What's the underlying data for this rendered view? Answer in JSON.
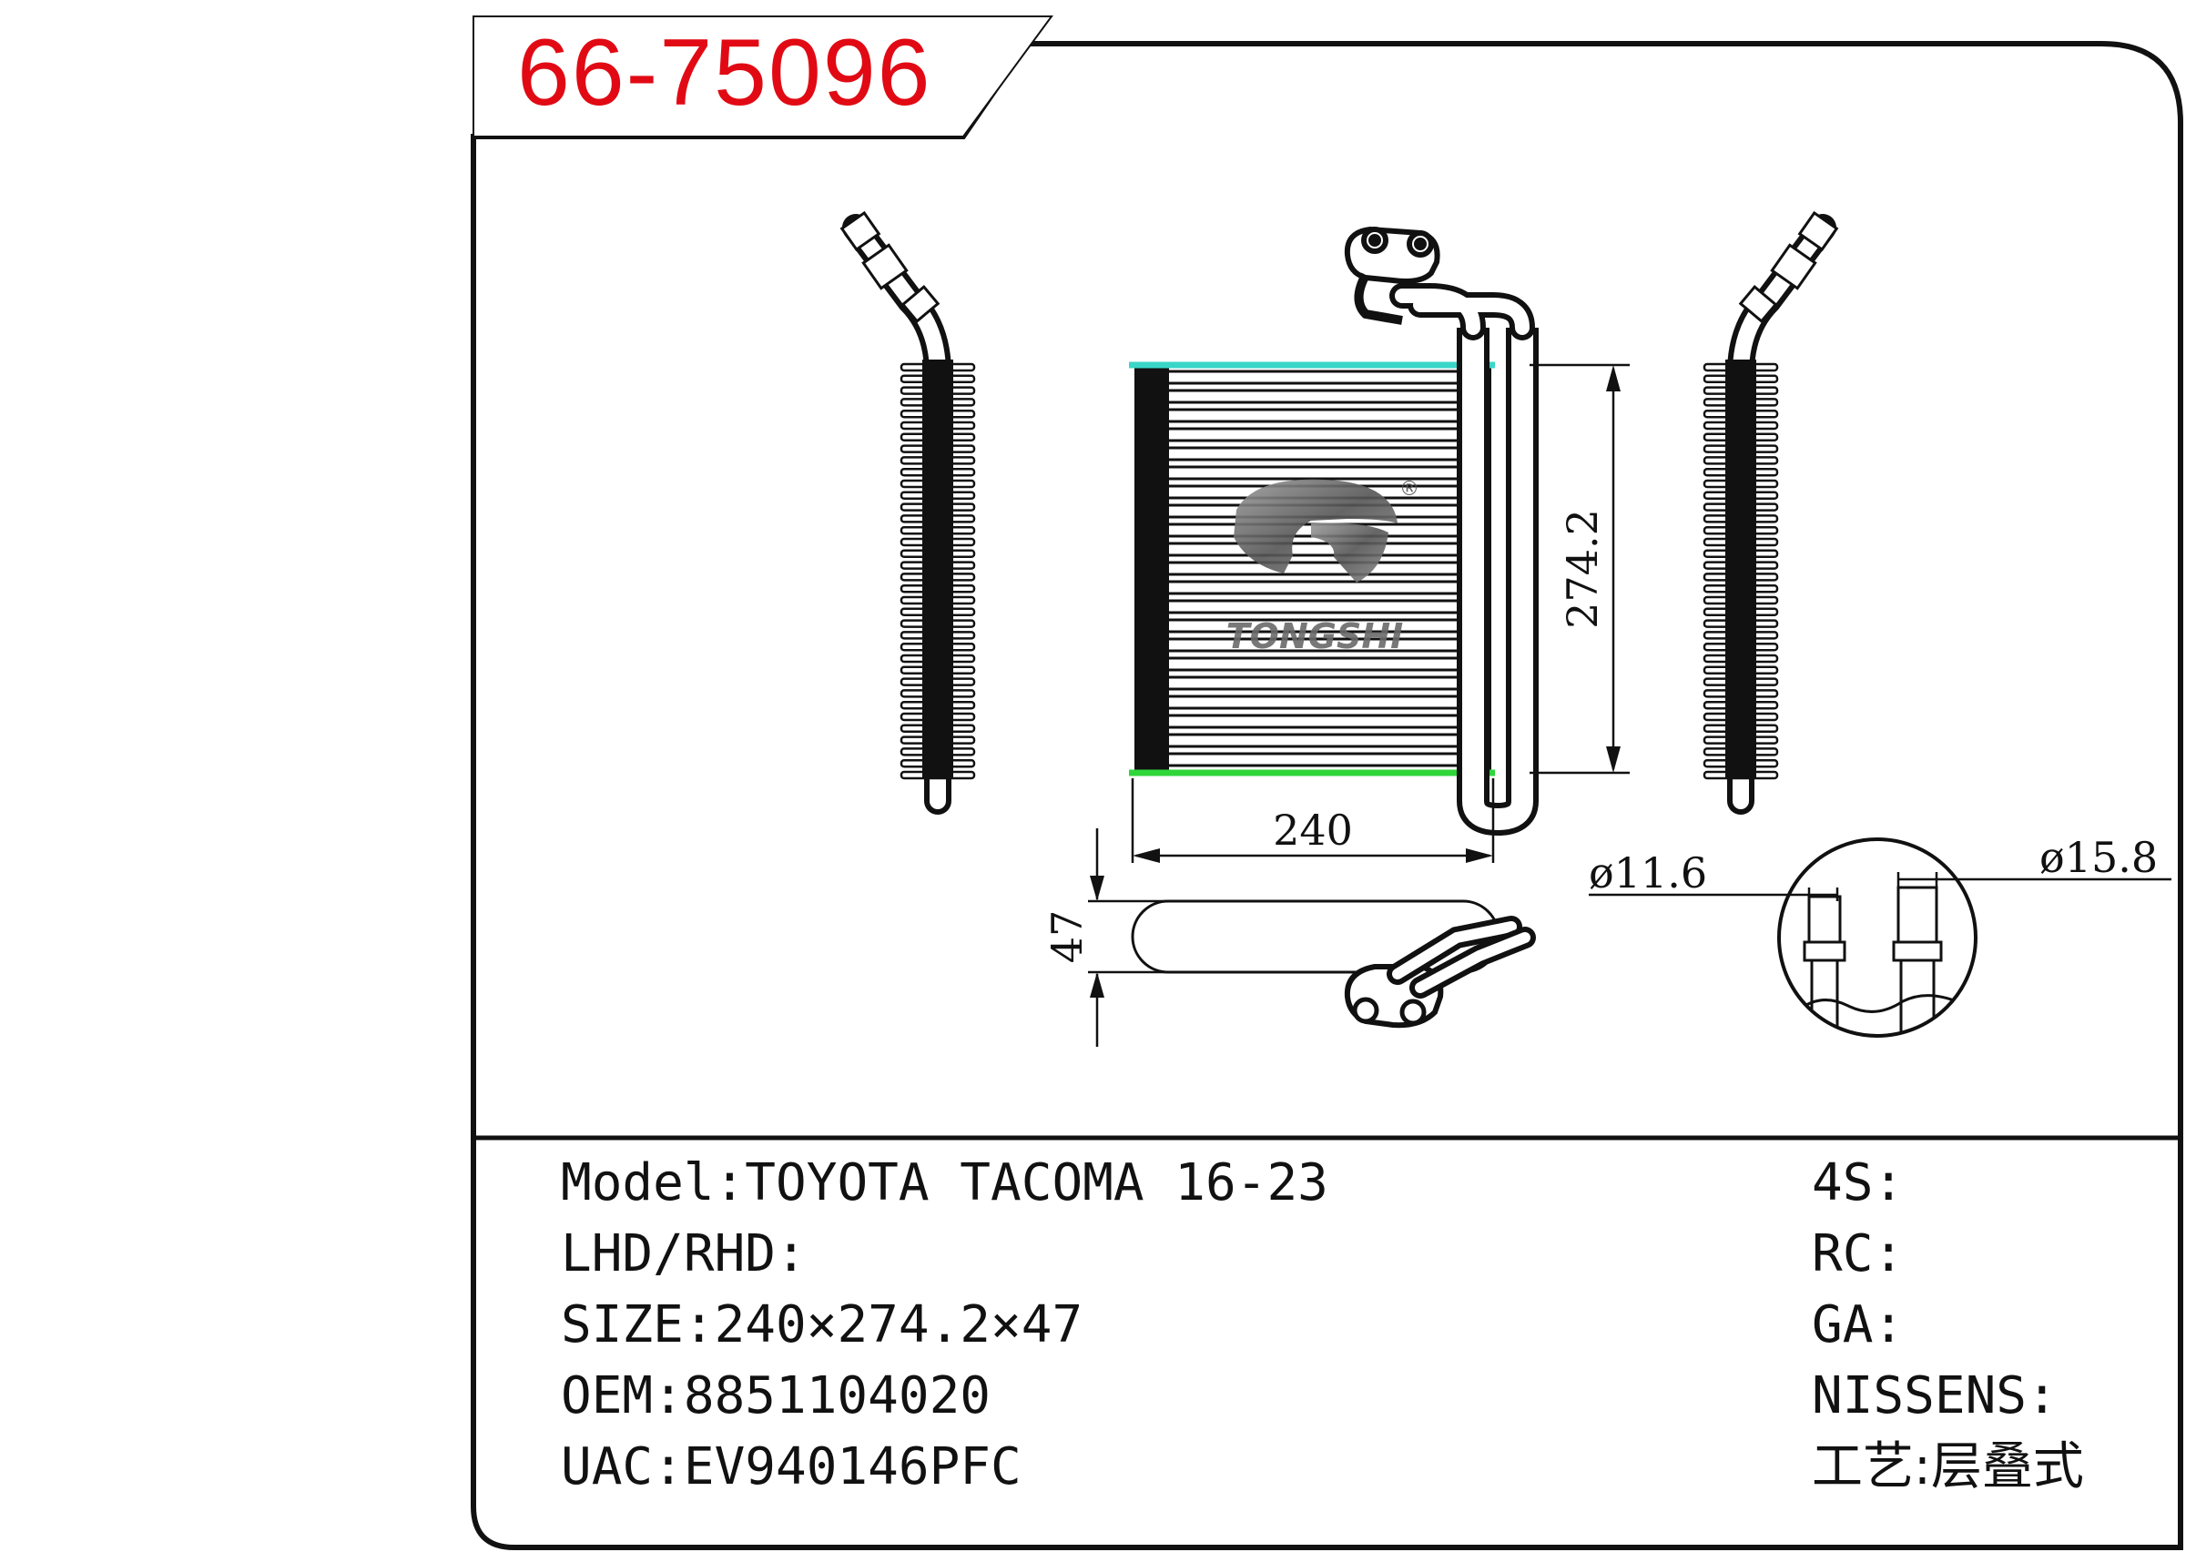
{
  "part_number": "66-75096",
  "logo": {
    "brand": "TONGSHI",
    "mark": "®"
  },
  "dimensions": {
    "width": "240",
    "height": "274.2",
    "depth": "47",
    "pipe_small": "ø11.6",
    "pipe_large": "ø15.8"
  },
  "specs_left": [
    {
      "label": "Model:",
      "value": "TOYOTA TACOMA 16-23"
    },
    {
      "label": "LHD/RHD:",
      "value": ""
    },
    {
      "label": "SIZE:",
      "value": "240×274.2×47"
    },
    {
      "label": "OEM:",
      "value": "8851104020"
    },
    {
      "label": "UAC:",
      "value": "EV940146PFC"
    }
  ],
  "specs_right": [
    {
      "label": "4S:",
      "value": ""
    },
    {
      "label": "RC:",
      "value": ""
    },
    {
      "label": "GA:",
      "value": ""
    },
    {
      "label": "NISSENS:",
      "value": ""
    },
    {
      "label": "工艺:",
      "value": "层叠式"
    }
  ],
  "colors": {
    "part_number": "#e10a14",
    "top_line": "#3ad6c8",
    "bottom_line": "#2fd63a",
    "ink": "#111111"
  }
}
